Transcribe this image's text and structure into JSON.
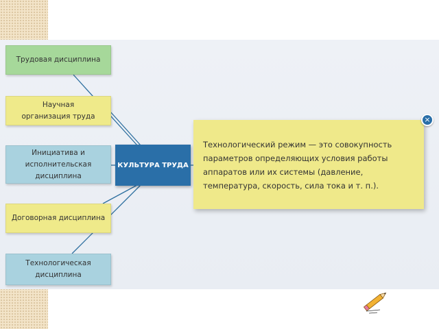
{
  "diagram": {
    "center": "КУЛЬТУРА ТРУДА",
    "nodes": [
      {
        "label": "Трудовая дисциплина",
        "color": "#a6d89a"
      },
      {
        "label": "Научная организация труда",
        "color": "#efea8a"
      },
      {
        "label": "Инициатива и исполнительская дисциплина",
        "color": "#a9d2df"
      },
      {
        "label": "Договорная дисциплина",
        "color": "#efea8a"
      },
      {
        "label": "Технологическая дисциплина",
        "color": "#a9d2df"
      }
    ],
    "popup_text": "Технологический режим — это совокупность параметров определяющих условия работы аппаратов или их системы (давление, температура, скорость, сила тока и т. п.).",
    "close_glyph": "×"
  },
  "icons": {
    "close": "close-icon",
    "pencil": "pencil-icon"
  },
  "colors": {
    "center": "#2a6fa8",
    "connector": "#2d6f9f",
    "popup": "#efe98a"
  }
}
